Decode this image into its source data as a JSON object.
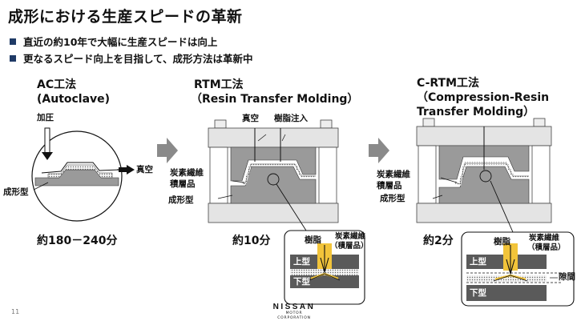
{
  "slide": {
    "title": "成形における生産スピードの革新",
    "bullets": [
      "直近の約10年で大幅に生産スピードは向上",
      "更なるスピード向上を目指して、成形方法は革新中"
    ],
    "page_number": "11",
    "logo": {
      "main": "NISSAN",
      "sub": "MOTOR CORPORATION"
    }
  },
  "methods": [
    {
      "heading_line1": "AC工法",
      "heading_line2": "(Autoclave)",
      "time": "約180－240分",
      "labels": {
        "pressure": "加圧",
        "vacuum": "真空",
        "mold": "成形型"
      }
    },
    {
      "heading_line1": "RTM工法",
      "heading_line2": "（Resin Transfer Molding）",
      "time": "約10分",
      "labels": {
        "vacuum": "真空",
        "resin_injection": "樹脂注入",
        "carbon_fiber": "炭素繊維",
        "laminate": "積層品",
        "mold": "成形型"
      },
      "detail": {
        "resin": "樹脂",
        "carbon_fiber": "炭素繊維",
        "laminate": "（積層品）",
        "upper": "上型",
        "lower": "下型"
      }
    },
    {
      "heading_line1": "C-RTM工法",
      "heading_line2": "（Compression-Resin",
      "heading_line3": "Transfer Molding）",
      "time": "約2分",
      "labels": {
        "carbon_fiber": "炭素繊維",
        "laminate": "積層品",
        "mold": "成形型"
      },
      "detail": {
        "resin": "樹脂",
        "carbon_fiber": "炭素繊維",
        "laminate": "（積層品）",
        "upper": "上型",
        "lower": "下型",
        "gap": "隙間"
      }
    }
  ],
  "colors": {
    "accent": "#1f3a66",
    "arrow": "#8a8a8a",
    "mold_light": "#e4e4e4",
    "mold_dark": "#9a9a9a",
    "resin": "#f2c43a",
    "detail_plate": "#5a5a5a"
  }
}
